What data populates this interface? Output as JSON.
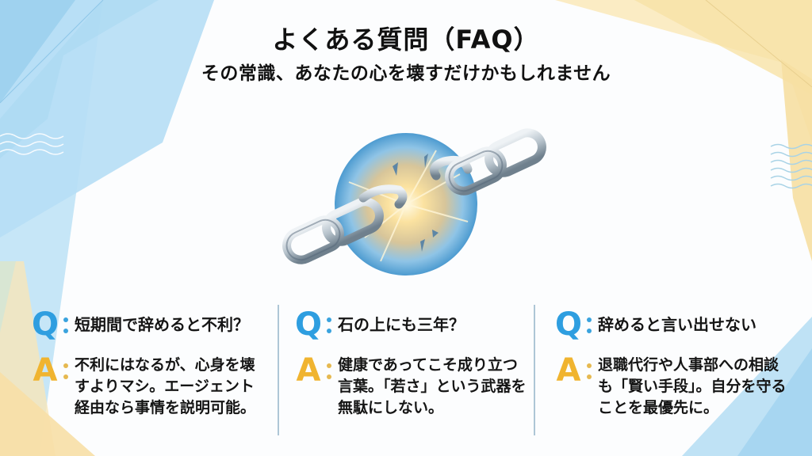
{
  "header": {
    "title": "よくある質問（FAQ）",
    "subtitle": "その常識、あなたの心を壊すだけかもしれません"
  },
  "hero": {
    "icon": "broken-chain-icon",
    "description": "breaking chain burst"
  },
  "faq": {
    "q_label": "Q",
    "a_label": "A",
    "items": [
      {
        "question": "短期間で辞めると不利？",
        "answer": "不利にはなるが、心身を壊すよりマシ。エージェント経由なら事情を説明可能。"
      },
      {
        "question": "石の上にも三年？",
        "answer": "健康であってこそ成り立つ言葉。「若さ」という武器を無駄にしない。"
      },
      {
        "question": "辞めると言い出せない",
        "answer": "退職代行や人事部への相談も「賢い手段」。自分を守ることを最優先に。"
      }
    ]
  },
  "colors": {
    "q_accent": "#2e9ee0",
    "a_accent": "#f0b430",
    "bg_blue": "#a9d8f2",
    "bg_yellow": "#f8e2a6"
  }
}
